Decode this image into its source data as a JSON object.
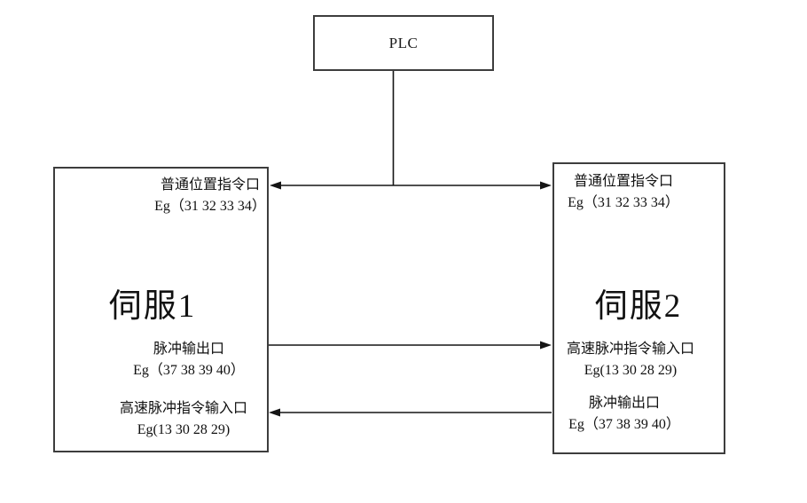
{
  "diagram": {
    "plc": {
      "label": "PLC"
    },
    "servo1": {
      "title": "伺服1",
      "ports": [
        {
          "name": "普通位置指令口",
          "pins": "Eg（31 32 33 34）"
        },
        {
          "name": "脉冲输出口",
          "pins": "Eg（37 38 39 40）"
        },
        {
          "name": "高速脉冲指令输入口",
          "pins": "Eg(13 30 28 29)"
        }
      ]
    },
    "servo2": {
      "title": "伺服2",
      "ports": [
        {
          "name": "普通位置指令口",
          "pins": "Eg（31 32 33 34）"
        },
        {
          "name": "高速脉冲指令输入口",
          "pins": "Eg(13 30 28 29)"
        },
        {
          "name": "脉冲输出口",
          "pins": "Eg（37 38 39 40）"
        }
      ]
    },
    "connections": [
      {
        "from": "PLC",
        "to": "伺服1.普通位置指令口 & 伺服2.普通位置指令口",
        "direction": "bidirectional"
      },
      {
        "from": "伺服1.脉冲输出口",
        "to": "伺服2.高速脉冲指令输入口",
        "direction": "left-to-right"
      },
      {
        "from": "伺服2.脉冲输出口",
        "to": "伺服1.高速脉冲指令输入口",
        "direction": "right-to-left"
      }
    ],
    "colors": {
      "line": "#151515",
      "border": "#3d3d3d",
      "background": "#ffffff",
      "text": "#111111"
    }
  }
}
